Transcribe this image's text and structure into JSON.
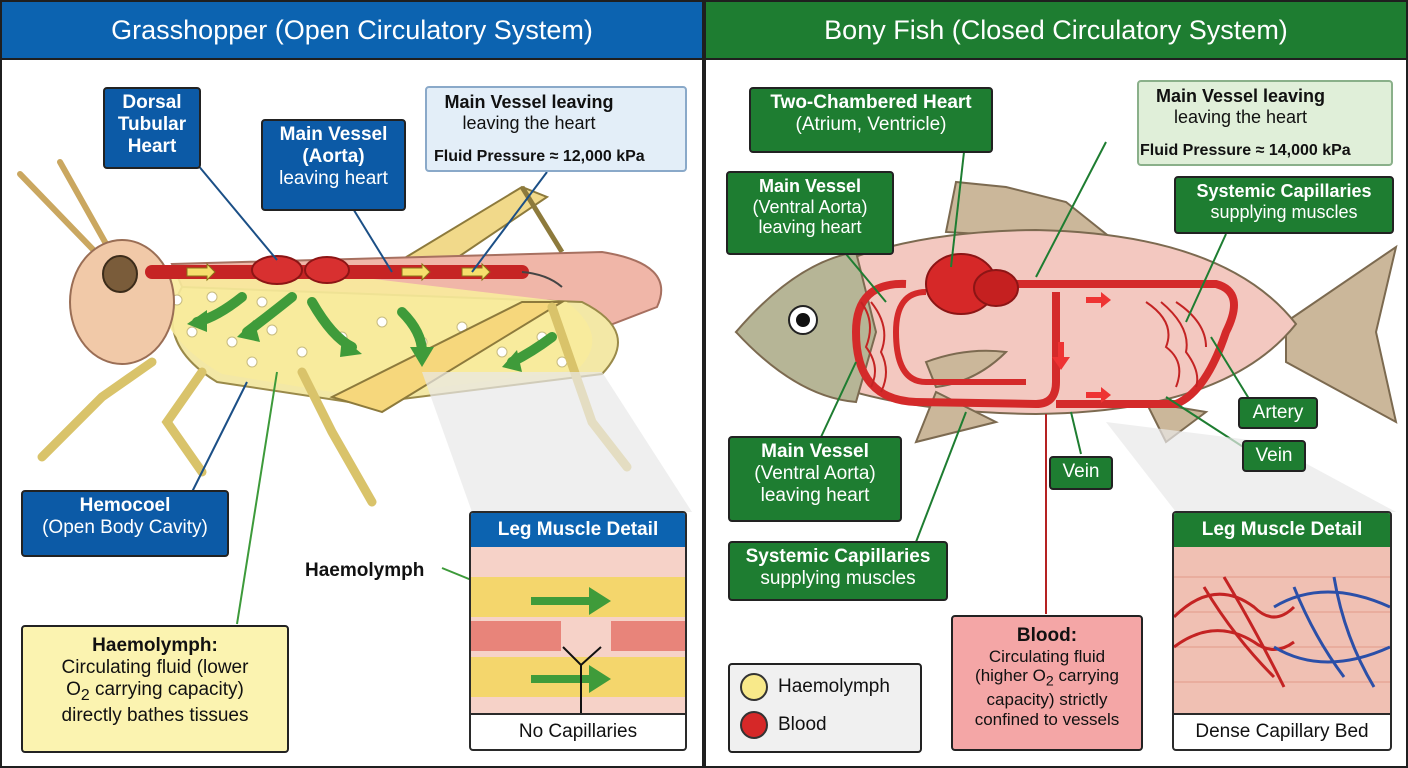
{
  "left": {
    "title": "Grasshopper (Open Circulatory System)",
    "heart_label": "Dorsal Tubular Heart",
    "aorta_label_bold": "Main Vessel (Aorta)",
    "aorta_label_sub": "leaving heart",
    "pressure_title": "Main Vessel leaving",
    "pressure_sub": "leaving the heart",
    "pressure_value": "Fluid Pressure ≈ 12,000 kPa",
    "hemocoel_bold": "Hemocoel",
    "hemocoel_sub": "(Open Body Cavity)",
    "haemolymph_arrow_label": "Haemolymph",
    "desc_title": "Haemolymph:",
    "desc_line1": "Circulating fluid (lower",
    "desc_line2a": "O",
    "desc_line2sub": "2",
    "desc_line2b": " carrying capacity)",
    "desc_line3": "directly bathes tissues",
    "detail_title": "Leg Muscle Detail",
    "detail_foot": "No Capillaries"
  },
  "right": {
    "title": "Bony Fish (Closed Circulatory System)",
    "heart_bold": "Two-Chambered Heart",
    "heart_sub": "(Atrium, Ventricle)",
    "pressure_title": "Main Vessel leaving",
    "pressure_sub": "leaving the heart",
    "pressure_value": "Fluid Pressure ≈ 14,000 kPa",
    "aorta_top_bold": "Main Vessel",
    "aorta_top_sub": "(Ventral Aorta) leaving heart",
    "capillaries_top_bold": "Systemic Capillaries",
    "capillaries_top_sub": "supplying muscles",
    "artery_label": "Artery",
    "vein_right_label": "Vein",
    "vein_mid_label": "Vein",
    "aorta_bottom_bold": "Main Vessel",
    "aorta_bottom_sub": "(Ventral Aorta) leaving heart",
    "capillaries_bottom_bold": "Systemic Capillaries",
    "capillaries_bottom_sub": "supplying muscles",
    "blood_title": "Blood:",
    "blood_line1": "Circulating fluid",
    "blood_line2a": "(higher O",
    "blood_line2sub": "2",
    "blood_line2b": " carrying",
    "blood_line3": "capacity) strictly",
    "blood_line4": "confined to vessels",
    "detail_title": "Leg Muscle Detail",
    "detail_foot": "Dense Capillary Bed"
  },
  "legend": {
    "haemolymph": "Haemolymph",
    "blood": "Blood"
  },
  "colors": {
    "blue": "#0c5aa6",
    "green": "#1e7d31",
    "haemolymph": "#f8e98a",
    "blood": "#d62828"
  }
}
